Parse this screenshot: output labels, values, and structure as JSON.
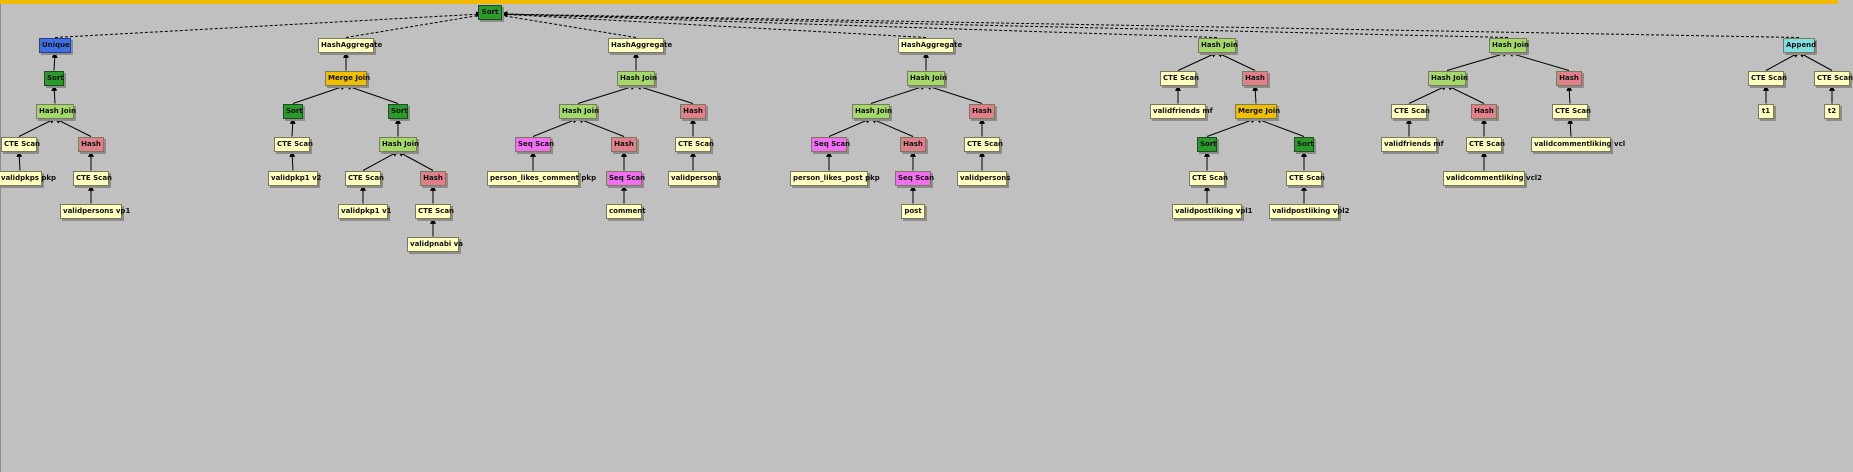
{
  "colors": {
    "background": "#c0c0c0",
    "title_bar": "#f3b800",
    "unique": "#3f6fe0",
    "sort": "#2a9a2a",
    "cte_scan": "#ffffbf",
    "hash": "#e0808a",
    "hash_join": "#a4d86a",
    "hash_aggregate": "#ffffbf",
    "merge_join": "#f0c000",
    "seq_scan": "#f070f0",
    "append": "#80e0e0"
  },
  "nodes": [
    {
      "id": "root",
      "label": "Sort",
      "kind": "sort"
    },
    {
      "id": "u1",
      "label": "Unique",
      "kind": "unique"
    },
    {
      "id": "u1s",
      "label": "Sort",
      "kind": "sort"
    },
    {
      "id": "u1hj",
      "label": "Hash Join",
      "kind": "hash_join"
    },
    {
      "id": "u1c1",
      "label": "CTE Scan",
      "kind": "cte_scan"
    },
    {
      "id": "u1c1t",
      "label": "validpkps pkp",
      "kind": "cte_scan"
    },
    {
      "id": "u1h",
      "label": "Hash",
      "kind": "hash"
    },
    {
      "id": "u1c2",
      "label": "CTE Scan",
      "kind": "cte_scan"
    },
    {
      "id": "u1c2t",
      "label": "validpersons vp1",
      "kind": "cte_scan"
    },
    {
      "id": "ha2",
      "label": "HashAggregate",
      "kind": "hash_aggregate"
    },
    {
      "id": "mj2",
      "label": "Merge Join",
      "kind": "merge_join"
    },
    {
      "id": "s2a",
      "label": "Sort",
      "kind": "sort"
    },
    {
      "id": "c2a",
      "label": "CTE Scan",
      "kind": "cte_scan"
    },
    {
      "id": "t2a",
      "label": "validpkp1 v2",
      "kind": "cte_scan"
    },
    {
      "id": "s2b",
      "label": "Sort",
      "kind": "sort"
    },
    {
      "id": "hj2",
      "label": "Hash Join",
      "kind": "hash_join"
    },
    {
      "id": "c2b",
      "label": "CTE Scan",
      "kind": "cte_scan"
    },
    {
      "id": "t2b",
      "label": "validpkp1 v1",
      "kind": "cte_scan"
    },
    {
      "id": "h2",
      "label": "Hash",
      "kind": "hash"
    },
    {
      "id": "c2c",
      "label": "CTE Scan",
      "kind": "cte_scan"
    },
    {
      "id": "t2c",
      "label": "validpnabi va",
      "kind": "cte_scan"
    },
    {
      "id": "ha3",
      "label": "HashAggregate",
      "kind": "hash_aggregate"
    },
    {
      "id": "hj3",
      "label": "Hash Join",
      "kind": "hash_join"
    },
    {
      "id": "hj3b",
      "label": "Hash Join",
      "kind": "hash_join"
    },
    {
      "id": "sq3a",
      "label": "Seq Scan",
      "kind": "seq_scan"
    },
    {
      "id": "t3a",
      "label": "person_likes_comment pkp",
      "kind": "cte_scan"
    },
    {
      "id": "h3a",
      "label": "Hash",
      "kind": "hash"
    },
    {
      "id": "sq3b",
      "label": "Seq Scan",
      "kind": "seq_scan"
    },
    {
      "id": "t3b",
      "label": "comment",
      "kind": "cte_scan"
    },
    {
      "id": "h3b",
      "label": "Hash",
      "kind": "hash"
    },
    {
      "id": "c3",
      "label": "CTE Scan",
      "kind": "cte_scan"
    },
    {
      "id": "t3c",
      "label": "validpersons",
      "kind": "cte_scan"
    },
    {
      "id": "ha4",
      "label": "HashAggregate",
      "kind": "hash_aggregate"
    },
    {
      "id": "hj4",
      "label": "Hash Join",
      "kind": "hash_join"
    },
    {
      "id": "hj4b",
      "label": "Hash Join",
      "kind": "hash_join"
    },
    {
      "id": "sq4a",
      "label": "Seq Scan",
      "kind": "seq_scan"
    },
    {
      "id": "t4a",
      "label": "person_likes_post pkp",
      "kind": "cte_scan"
    },
    {
      "id": "h4a",
      "label": "Hash",
      "kind": "hash"
    },
    {
      "id": "sq4b",
      "label": "Seq Scan",
      "kind": "seq_scan"
    },
    {
      "id": "t4b",
      "label": "post",
      "kind": "cte_scan"
    },
    {
      "id": "h4b",
      "label": "Hash",
      "kind": "hash"
    },
    {
      "id": "c4",
      "label": "CTE Scan",
      "kind": "cte_scan"
    },
    {
      "id": "t4c",
      "label": "validpersons",
      "kind": "cte_scan"
    },
    {
      "id": "hj5",
      "label": "Hash Join",
      "kind": "hash_join"
    },
    {
      "id": "c5a",
      "label": "CTE Scan",
      "kind": "cte_scan"
    },
    {
      "id": "t5a",
      "label": "validfriends mf",
      "kind": "cte_scan"
    },
    {
      "id": "h5",
      "label": "Hash",
      "kind": "hash"
    },
    {
      "id": "mj5",
      "label": "Merge Join",
      "kind": "merge_join"
    },
    {
      "id": "s5a",
      "label": "Sort",
      "kind": "sort"
    },
    {
      "id": "c5b",
      "label": "CTE Scan",
      "kind": "cte_scan"
    },
    {
      "id": "t5b",
      "label": "validpostliking vpl1",
      "kind": "cte_scan"
    },
    {
      "id": "s5b",
      "label": "Sort",
      "kind": "sort"
    },
    {
      "id": "c5c",
      "label": "CTE Scan",
      "kind": "cte_scan"
    },
    {
      "id": "t5c",
      "label": "validpostliking vpl2",
      "kind": "cte_scan"
    },
    {
      "id": "hj6",
      "label": "Hash Join",
      "kind": "hash_join"
    },
    {
      "id": "hj6b",
      "label": "Hash Join",
      "kind": "hash_join"
    },
    {
      "id": "c6a",
      "label": "CTE Scan",
      "kind": "cte_scan"
    },
    {
      "id": "t6a",
      "label": "validfriends mf",
      "kind": "cte_scan"
    },
    {
      "id": "h6a",
      "label": "Hash",
      "kind": "hash"
    },
    {
      "id": "c6b",
      "label": "CTE Scan",
      "kind": "cte_scan"
    },
    {
      "id": "t6b",
      "label": "validcommentliking vcl2",
      "kind": "cte_scan"
    },
    {
      "id": "h6b",
      "label": "Hash",
      "kind": "hash"
    },
    {
      "id": "c6c",
      "label": "CTE Scan",
      "kind": "cte_scan"
    },
    {
      "id": "t6c",
      "label": "validcommentliking vcl",
      "kind": "cte_scan"
    },
    {
      "id": "ap7",
      "label": "Append",
      "kind": "append"
    },
    {
      "id": "c7a",
      "label": "CTE Scan",
      "kind": "cte_scan"
    },
    {
      "id": "t7a",
      "label": "t1",
      "kind": "cte_scan"
    },
    {
      "id": "c7b",
      "label": "CTE Scan",
      "kind": "cte_scan"
    },
    {
      "id": "t7b",
      "label": "t2",
      "kind": "cte_scan"
    }
  ],
  "edges": [
    [
      "u1",
      "root",
      "dashed"
    ],
    [
      "ha2",
      "root",
      "dashed"
    ],
    [
      "ha3",
      "root",
      "dashed"
    ],
    [
      "ha4",
      "root",
      "dashed"
    ],
    [
      "hj5",
      "root",
      "dashed"
    ],
    [
      "hj6",
      "root",
      "dashed"
    ],
    [
      "ap7",
      "root",
      "dashed"
    ],
    [
      "u1s",
      "u1",
      "solid"
    ],
    [
      "u1hj",
      "u1s",
      "solid"
    ],
    [
      "u1c1",
      "u1hj",
      "solid"
    ],
    [
      "u1h",
      "u1hj",
      "solid"
    ],
    [
      "u1c1t",
      "u1c1",
      "solid"
    ],
    [
      "u1c2",
      "u1h",
      "solid"
    ],
    [
      "u1c2t",
      "u1c2",
      "solid"
    ],
    [
      "mj2",
      "ha2",
      "solid"
    ],
    [
      "s2a",
      "mj2",
      "solid"
    ],
    [
      "s2b",
      "mj2",
      "solid"
    ],
    [
      "c2a",
      "s2a",
      "solid"
    ],
    [
      "t2a",
      "c2a",
      "solid"
    ],
    [
      "hj2",
      "s2b",
      "solid"
    ],
    [
      "c2b",
      "hj2",
      "solid"
    ],
    [
      "h2",
      "hj2",
      "solid"
    ],
    [
      "t2b",
      "c2b",
      "solid"
    ],
    [
      "c2c",
      "h2",
      "solid"
    ],
    [
      "t2c",
      "c2c",
      "solid"
    ],
    [
      "hj3",
      "ha3",
      "solid"
    ],
    [
      "hj3b",
      "hj3",
      "solid"
    ],
    [
      "h3b",
      "hj3",
      "solid"
    ],
    [
      "sq3a",
      "hj3b",
      "solid"
    ],
    [
      "h3a",
      "hj3b",
      "solid"
    ],
    [
      "t3a",
      "sq3a",
      "solid"
    ],
    [
      "sq3b",
      "h3a",
      "solid"
    ],
    [
      "t3b",
      "sq3b",
      "solid"
    ],
    [
      "c3",
      "h3b",
      "solid"
    ],
    [
      "t3c",
      "c3",
      "solid"
    ],
    [
      "hj4",
      "ha4",
      "solid"
    ],
    [
      "hj4b",
      "hj4",
      "solid"
    ],
    [
      "h4b",
      "hj4",
      "solid"
    ],
    [
      "sq4a",
      "hj4b",
      "solid"
    ],
    [
      "h4a",
      "hj4b",
      "solid"
    ],
    [
      "t4a",
      "sq4a",
      "solid"
    ],
    [
      "sq4b",
      "h4a",
      "solid"
    ],
    [
      "t4b",
      "sq4b",
      "solid"
    ],
    [
      "c4",
      "h4b",
      "solid"
    ],
    [
      "t4c",
      "c4",
      "solid"
    ],
    [
      "c5a",
      "hj5",
      "solid"
    ],
    [
      "h5",
      "hj5",
      "solid"
    ],
    [
      "t5a",
      "c5a",
      "solid"
    ],
    [
      "mj5",
      "h5",
      "solid"
    ],
    [
      "s5a",
      "mj5",
      "solid"
    ],
    [
      "s5b",
      "mj5",
      "solid"
    ],
    [
      "c5b",
      "s5a",
      "solid"
    ],
    [
      "t5b",
      "c5b",
      "solid"
    ],
    [
      "c5c",
      "s5b",
      "solid"
    ],
    [
      "t5c",
      "c5c",
      "solid"
    ],
    [
      "hj6b",
      "hj6",
      "solid"
    ],
    [
      "h6b",
      "hj6",
      "solid"
    ],
    [
      "c6a",
      "hj6b",
      "solid"
    ],
    [
      "h6a",
      "hj6b",
      "solid"
    ],
    [
      "t6a",
      "c6a",
      "solid"
    ],
    [
      "c6b",
      "h6a",
      "solid"
    ],
    [
      "t6b",
      "c6b",
      "solid"
    ],
    [
      "c6c",
      "h6b",
      "solid"
    ],
    [
      "t6c",
      "c6c",
      "solid"
    ],
    [
      "c7a",
      "ap7",
      "solid"
    ],
    [
      "c7b",
      "ap7",
      "solid"
    ],
    [
      "t7a",
      "c7a",
      "solid"
    ],
    [
      "t7b",
      "c7b",
      "solid"
    ]
  ]
}
